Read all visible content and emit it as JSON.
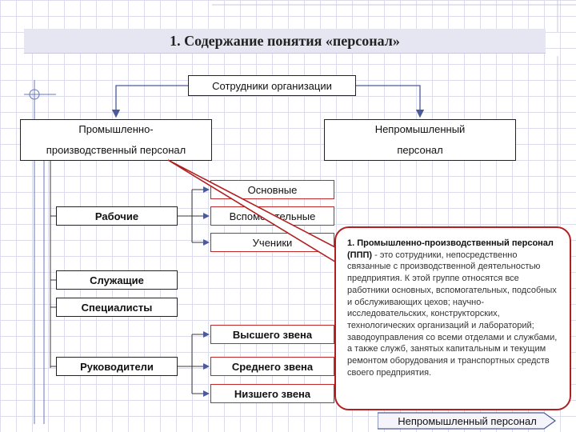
{
  "title": "1. Содержание понятия «персонал»",
  "nodes": {
    "root": "Сотрудники организации",
    "industrial_line1": "Промышленно-",
    "industrial_line2": "производственный персонал",
    "nonindustrial_line1": "Непромышленный",
    "nonindustrial_line2": "персонал",
    "workers": "Рабочие",
    "workers_main": "Основные",
    "workers_aux": "Вспомогательные",
    "workers_students": "Ученики",
    "employees": "Служащие",
    "specialists": "Специалисты",
    "managers": "Руководители",
    "mgr_top": "Высшего звена",
    "mgr_middle": "Среднего звена",
    "mgr_lower": "Низшего звена"
  },
  "callout": {
    "bold_text": "1. Промышленно-производственный персонал (ППП)",
    "rest_text": " - это сотрудники, непосредственно связанные с производственной деятельностью предприятия. К этой группе относятся все работники основных, вспомогательных, подсобных и обслуживающих цехов; научно-исследовательских, конструкторских, технологических организаций и лабораторий; заводоуправления со всеми отделами и службами, а также служб, занятых капитальным и текущим ремонтом оборудования и транспортных средств своего предприятия."
  },
  "footer_button": "Непромышленный персонал",
  "colors": {
    "accent_red": "#c0282a",
    "arrow_blue": "#4a5a9a",
    "title_bg": "#e6e6f2"
  }
}
